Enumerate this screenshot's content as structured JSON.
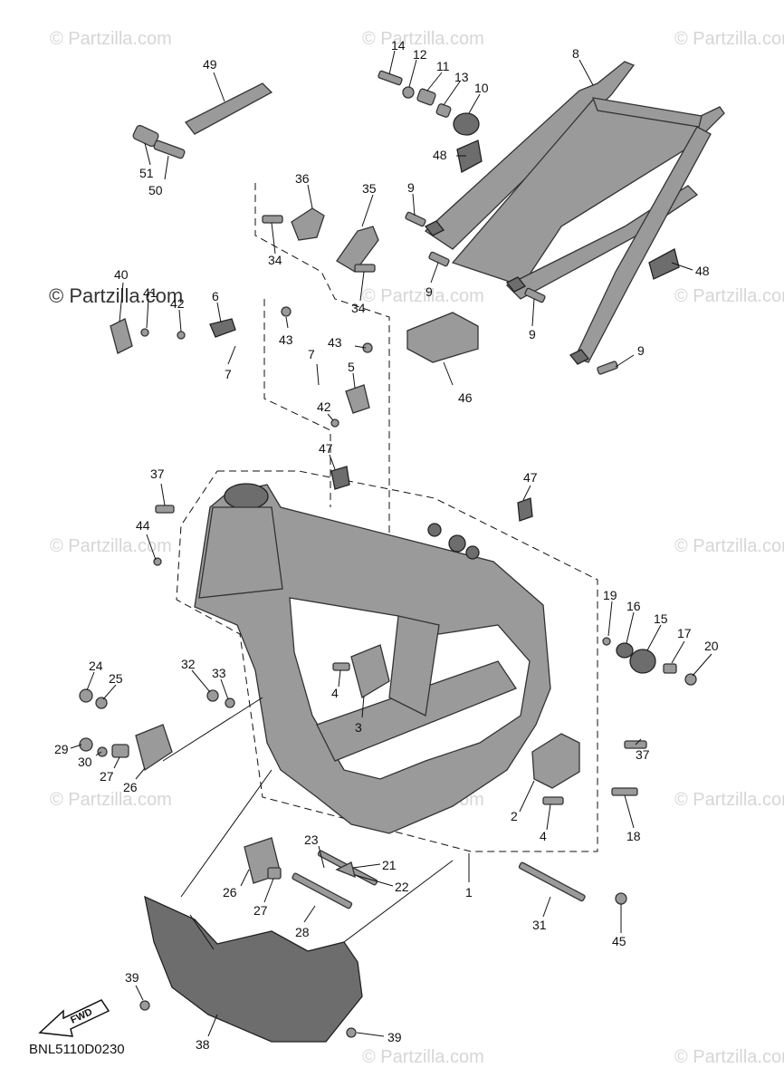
{
  "watermark": "© Partzilla.com",
  "brand_label": "© Partzilla.com",
  "diagram_code": "BNL5110D0230",
  "fwd_label": "FWD",
  "callouts": [
    {
      "id": "c8",
      "text": "8"
    },
    {
      "id": "c14",
      "text": "14"
    },
    {
      "id": "c12",
      "text": "12"
    },
    {
      "id": "c11",
      "text": "11"
    },
    {
      "id": "c13",
      "text": "13"
    },
    {
      "id": "c10",
      "text": "10"
    },
    {
      "id": "c49",
      "text": "49"
    },
    {
      "id": "c48a",
      "text": "48"
    },
    {
      "id": "c51",
      "text": "51"
    },
    {
      "id": "c50",
      "text": "50"
    },
    {
      "id": "c36",
      "text": "36"
    },
    {
      "id": "c35",
      "text": "35"
    },
    {
      "id": "c9a",
      "text": "9"
    },
    {
      "id": "c9b",
      "text": "9"
    },
    {
      "id": "c48b",
      "text": "48"
    },
    {
      "id": "c34a",
      "text": "34"
    },
    {
      "id": "c34b",
      "text": "34"
    },
    {
      "id": "c9c",
      "text": "9"
    },
    {
      "id": "c9d",
      "text": "9"
    },
    {
      "id": "c40",
      "text": "40"
    },
    {
      "id": "c41",
      "text": "41"
    },
    {
      "id": "c42a",
      "text": "42"
    },
    {
      "id": "c6",
      "text": "6"
    },
    {
      "id": "c43a",
      "text": "43"
    },
    {
      "id": "c7a",
      "text": "7"
    },
    {
      "id": "c43b",
      "text": "43"
    },
    {
      "id": "c7b",
      "text": "7"
    },
    {
      "id": "c5",
      "text": "5"
    },
    {
      "id": "c46",
      "text": "46"
    },
    {
      "id": "c42b",
      "text": "42"
    },
    {
      "id": "c47a",
      "text": "47"
    },
    {
      "id": "c47b",
      "text": "47"
    },
    {
      "id": "c37a",
      "text": "37"
    },
    {
      "id": "c44",
      "text": "44"
    },
    {
      "id": "c19",
      "text": "19"
    },
    {
      "id": "c16",
      "text": "16"
    },
    {
      "id": "c15",
      "text": "15"
    },
    {
      "id": "c17",
      "text": "17"
    },
    {
      "id": "c20",
      "text": "20"
    },
    {
      "id": "c24",
      "text": "24"
    },
    {
      "id": "c25",
      "text": "25"
    },
    {
      "id": "c32",
      "text": "32"
    },
    {
      "id": "c33",
      "text": "33"
    },
    {
      "id": "c4a",
      "text": "4"
    },
    {
      "id": "c3",
      "text": "3"
    },
    {
      "id": "c37b",
      "text": "37"
    },
    {
      "id": "c29",
      "text": "29"
    },
    {
      "id": "c30",
      "text": "30"
    },
    {
      "id": "c27a",
      "text": "27"
    },
    {
      "id": "c26a",
      "text": "26"
    },
    {
      "id": "c2",
      "text": "2"
    },
    {
      "id": "c4b",
      "text": "4"
    },
    {
      "id": "c18",
      "text": "18"
    },
    {
      "id": "c23",
      "text": "23"
    },
    {
      "id": "c21",
      "text": "21"
    },
    {
      "id": "c22",
      "text": "22"
    },
    {
      "id": "c1",
      "text": "1"
    },
    {
      "id": "c26b",
      "text": "26"
    },
    {
      "id": "c27b",
      "text": "27"
    },
    {
      "id": "c28",
      "text": "28"
    },
    {
      "id": "c31",
      "text": "31"
    },
    {
      "id": "c45",
      "text": "45"
    },
    {
      "id": "c39a",
      "text": "39"
    },
    {
      "id": "c38",
      "text": "38"
    },
    {
      "id": "c39b",
      "text": "39"
    }
  ]
}
